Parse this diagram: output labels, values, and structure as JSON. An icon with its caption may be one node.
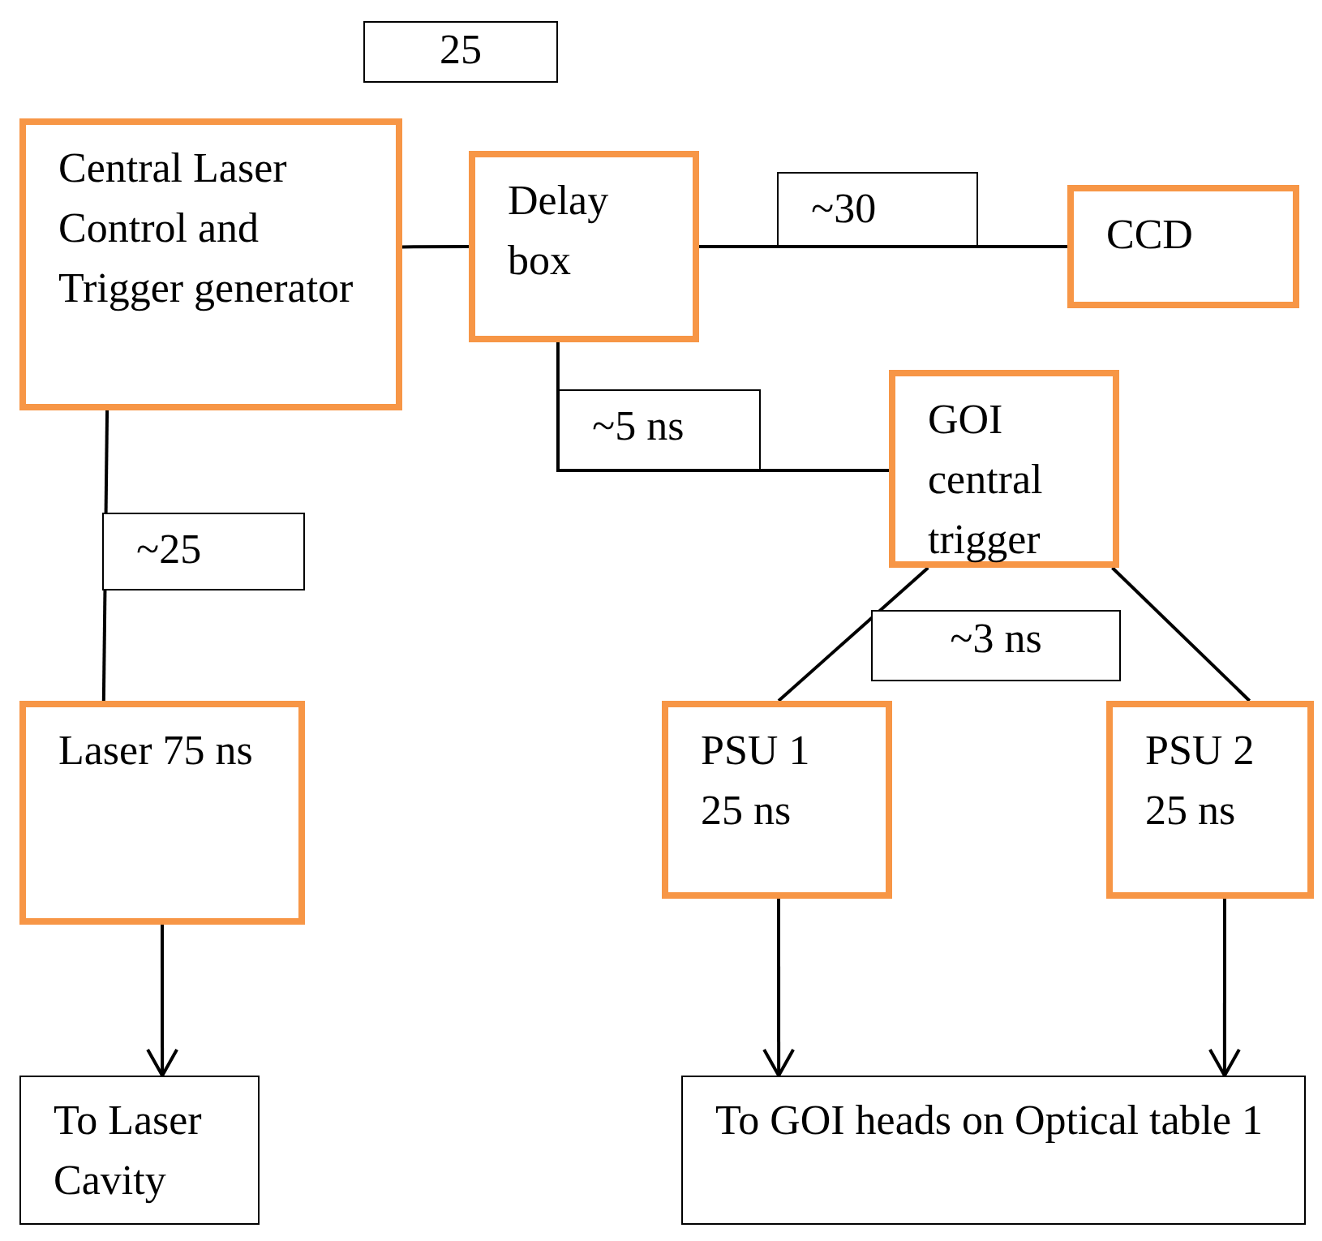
{
  "diagram": {
    "nodes": [
      {
        "text": [
          "Central Laser Control and Trigger generator"
        ]
      },
      {
        "text": [
          "Delay box"
        ]
      },
      {
        "text": [
          "CCD"
        ]
      },
      {
        "text": [
          "GOI central trigger"
        ]
      },
      {
        "text": [
          "Laser 75 ns"
        ]
      },
      {
        "text": [
          "PSU 1 25 ns"
        ]
      },
      {
        "text": [
          "PSU 2 25 ns"
        ]
      },
      {
        "text": [
          "To Laser Cavity"
        ]
      },
      {
        "text": [
          "To GOI heads on Optical table 1"
        ]
      }
    ],
    "edges": [
      {
        "from": 0,
        "to": 1,
        "arrow": "none"
      },
      {
        "from": 1,
        "to": 2,
        "arrow": "none",
        "label": "~30"
      },
      {
        "from": 1,
        "to": 3,
        "arrow": "none",
        "label": "~5 ns"
      },
      {
        "from": 0,
        "to": 4,
        "arrow": "none",
        "label": "~25"
      },
      {
        "from": 3,
        "to": 5,
        "arrow": "none"
      },
      {
        "from": 3,
        "to": 6,
        "arrow": "none"
      },
      {
        "from": 4,
        "to": 7,
        "arrow": "to"
      },
      {
        "from": 5,
        "to": 8,
        "arrow": "to"
      },
      {
        "from": 6,
        "to": 8,
        "arrow": "to"
      }
    ],
    "labels": [
      "25",
      "~3 ns"
    ]
  }
}
